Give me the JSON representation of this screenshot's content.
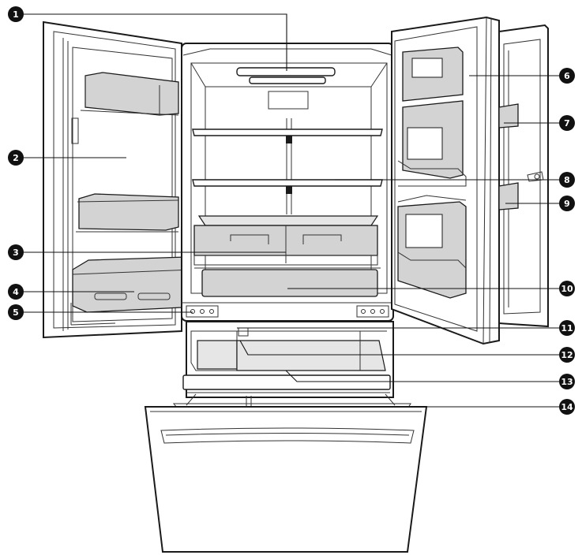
{
  "diagram": {
    "callouts": [
      {
        "id": 1,
        "label": "1"
      },
      {
        "id": 2,
        "label": "2"
      },
      {
        "id": 3,
        "label": "3"
      },
      {
        "id": 4,
        "label": "4"
      },
      {
        "id": 5,
        "label": "5"
      },
      {
        "id": 6,
        "label": "6"
      },
      {
        "id": 7,
        "label": "7"
      },
      {
        "id": 8,
        "label": "8"
      },
      {
        "id": 9,
        "label": "9"
      },
      {
        "id": 10,
        "label": "10"
      },
      {
        "id": 11,
        "label": "11"
      },
      {
        "id": 12,
        "label": "12"
      },
      {
        "id": 13,
        "label": "13"
      },
      {
        "id": 14,
        "label": "14"
      }
    ],
    "colors": {
      "line": "#1a1a1a",
      "bin_fill": "#d3d3d3",
      "badge": "#111111"
    }
  }
}
